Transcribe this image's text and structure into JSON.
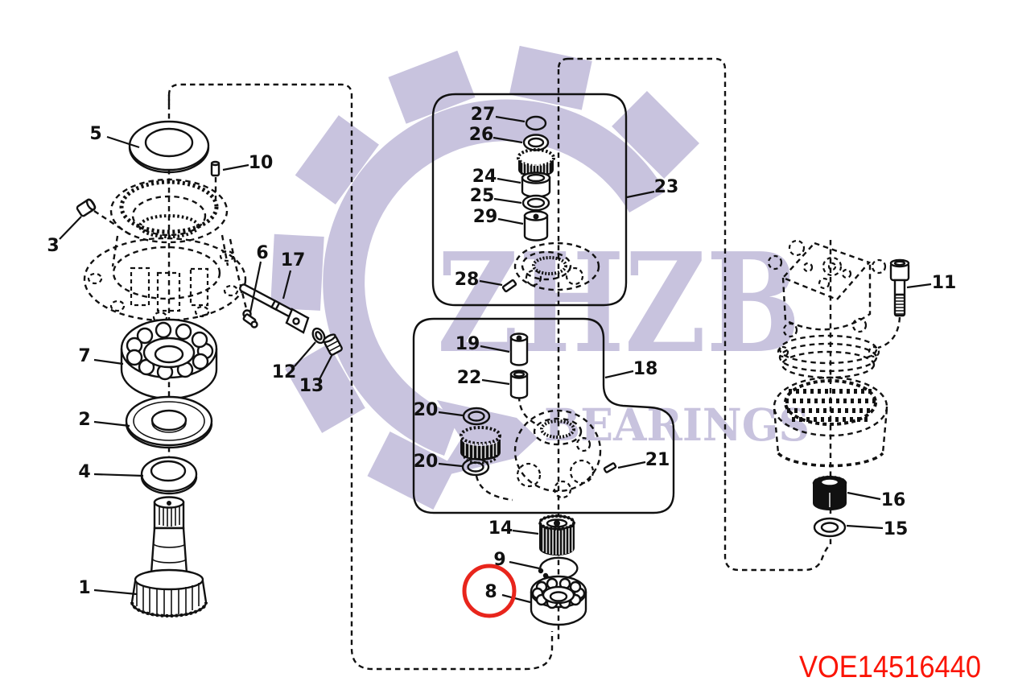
{
  "diagram": {
    "part_code": "VOE14516440",
    "watermark": {
      "brand": "ZHZB",
      "word": "BEARINGS"
    },
    "highlighted_callout": "8",
    "callouts": {
      "c1": "1",
      "c2": "2",
      "c3": "3",
      "c4": "4",
      "c5": "5",
      "c6": "6",
      "c7": "7",
      "c8": "8",
      "c9": "9",
      "c10": "10",
      "c11": "11",
      "c12": "12",
      "c13": "13",
      "c14": "14",
      "c15": "15",
      "c16": "16",
      "c17": "17",
      "c18": "18",
      "c19": "19",
      "c20a": "20",
      "c20b": "20",
      "c21": "21",
      "c22": "22",
      "c23": "23",
      "c24": "24",
      "c25": "25",
      "c26": "26",
      "c27": "27",
      "c28": "28",
      "c29": "29"
    },
    "colors": {
      "line": "#111111",
      "watermark": "#c8c3de",
      "highlight_red": "#e8251c",
      "code_red": "#fb1405",
      "background": "#ffffff"
    }
  }
}
